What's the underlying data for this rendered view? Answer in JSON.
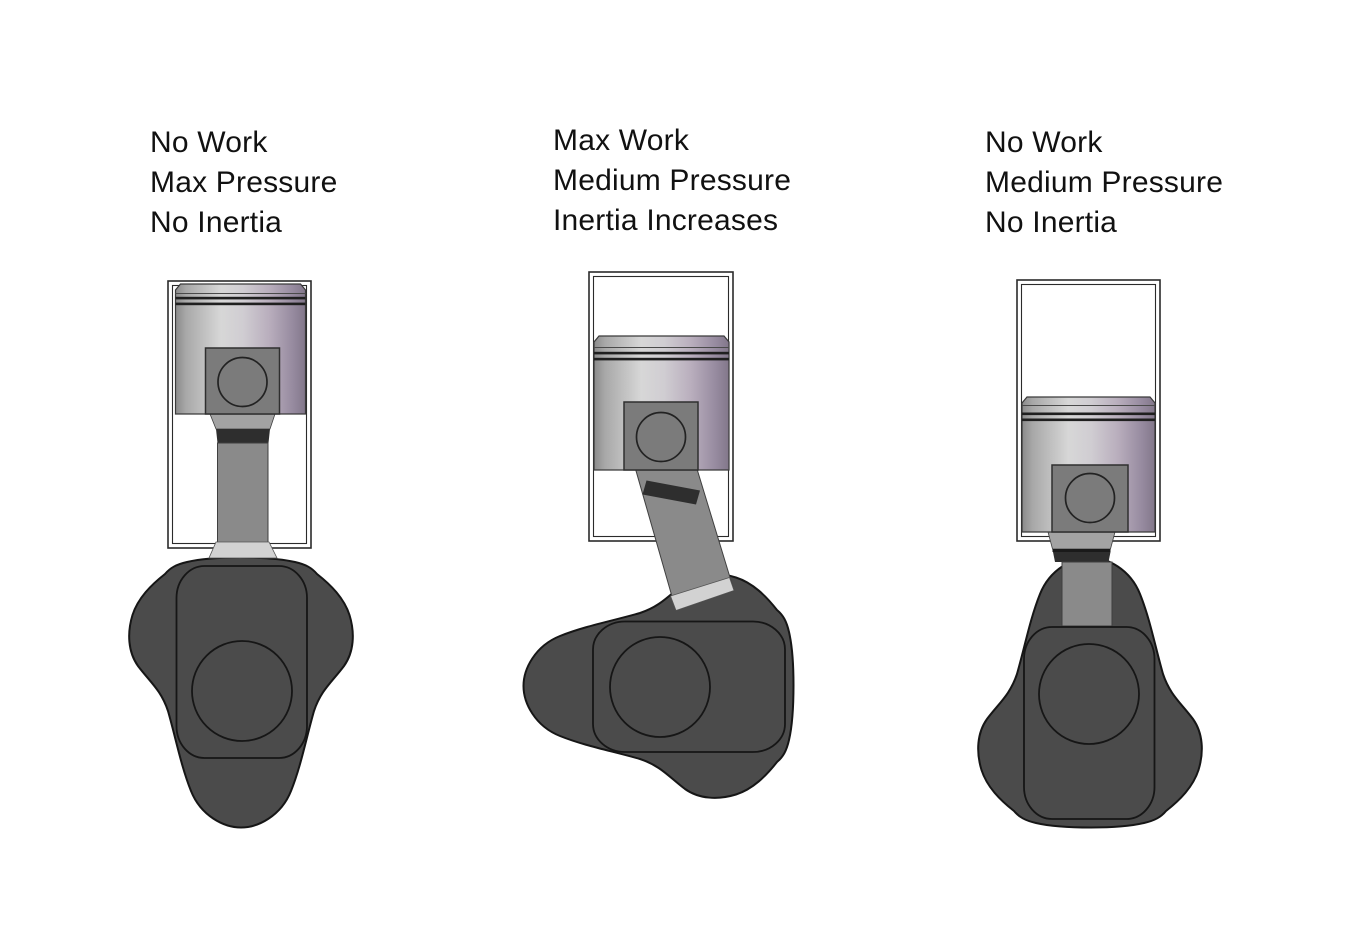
{
  "figures": [
    {
      "label_lines": [
        "No Work",
        "Max Pressure",
        "No Inertia"
      ],
      "position": "piston at top of stroke"
    },
    {
      "label_lines": [
        "Max Work",
        "Medium Pressure",
        "Inertia Increases"
      ],
      "position": "piston at mid stroke, crank rotated"
    },
    {
      "label_lines": [
        "No Work",
        "Medium Pressure",
        "No Inertia"
      ],
      "position": "piston at bottom of stroke"
    }
  ],
  "colors": {
    "background": "#ffffff",
    "label_text": "#111111",
    "outline": "#161616",
    "cyl_line": "#2b2b2b",
    "crank": "#4b4b4b",
    "rod": "#8a8a8a",
    "rod_band_dark": "#2e2e2e",
    "rod_foot_light": "#d2d2d2",
    "pin_boss": "#7b7b7b",
    "piston_highlight": "#d7d7d7",
    "piston_mauve": "#82778a"
  }
}
